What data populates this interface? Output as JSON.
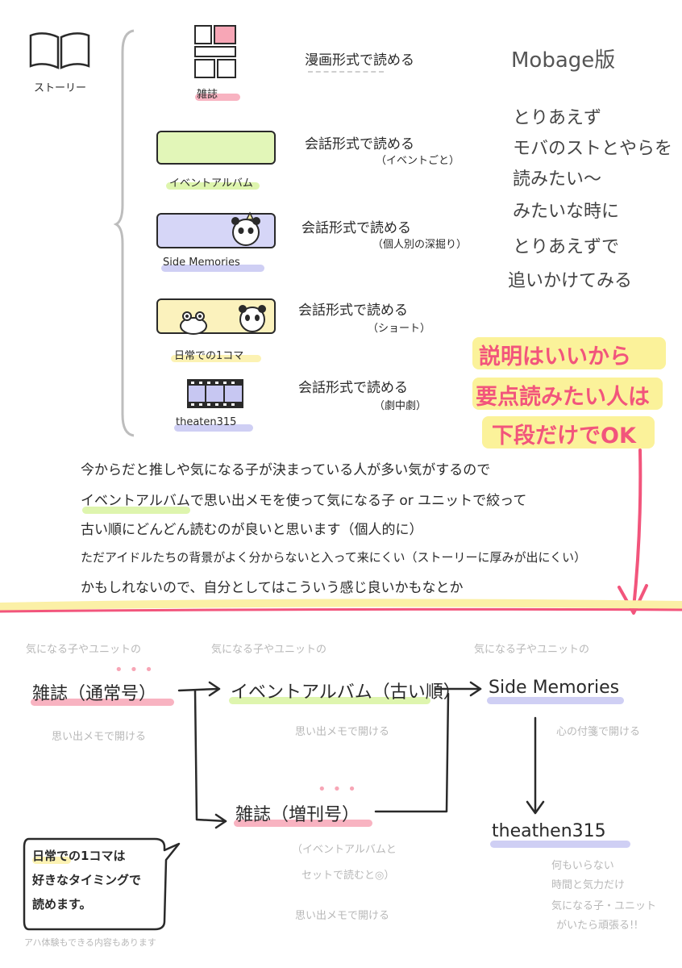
{
  "colors": {
    "pink": "#f7a6b6",
    "green": "#d8f3a0",
    "lavender": "#c7c7f2",
    "yellow": "#fbf0a6",
    "accent_pink": "#f2557c",
    "highlight_yellow": "#fbf29a",
    "grey": "#c4c4c4"
  },
  "story": {
    "label": "ストーリー"
  },
  "items": [
    {
      "label": "雑誌",
      "desc": "漫画形式で読める",
      "note": ""
    },
    {
      "label": "イベントアルバム",
      "desc": "会話形式で読める",
      "note": "（イベントごと）"
    },
    {
      "label": "Side Memories",
      "desc": "会話形式で読める",
      "note": "（個人別の深掘り）"
    },
    {
      "label": "日常での1コマ",
      "desc": "会話形式で読める",
      "note": "（ショート）"
    },
    {
      "label": "theaten315",
      "desc": "会話形式で読める",
      "note": "（劇中劇）"
    }
  ],
  "mobage": {
    "title": "Mobage版",
    "lines": [
      "とりあえず",
      "モバのストとやらを",
      "読みたい〜",
      "みたいな時に",
      "とりあえずで",
      "追いかけてみる"
    ]
  },
  "callout": {
    "lines": [
      "説明はいいから",
      "要点読みたい人は",
      "下段だけでOK"
    ]
  },
  "paragraph": {
    "lines": [
      "今からだと推しや気になる子が決まっている人が多い気がするので",
      "イベントアルバムで思い出メモを使って気になる子 or ユニットで絞って",
      "古い順にどんどん読むのが良いと思います（個人的に）",
      "ただアイドルたちの背景がよく分からないと入って来にくい（ストーリーに厚みが出にくい）",
      "かもしれないので、自分としてはこういう感じ良いかもなとか"
    ]
  },
  "flow": {
    "caption": "気になる子やユニットの",
    "magazine": {
      "label": "雑誌（通常号）",
      "note": "思い出メモで開ける"
    },
    "album": {
      "label": "イベントアルバム（古い順）",
      "note": "思い出メモで開ける"
    },
    "side": {
      "label": "Side Memories",
      "note": "心の付箋で開ける"
    },
    "special": {
      "label": "雑誌（増刊号）",
      "note1": "（イベントアルバムと",
      "note2": "セットで読むと◎）",
      "note3": "思い出メモで開ける"
    },
    "theater": {
      "label": "theathen315",
      "note1": "何もいらない",
      "note2": "時間と気力だけ",
      "note3": "気になる子・ユニット",
      "note4": "がいたら頑張る!!"
    },
    "bubble": {
      "line1": "日常での1コマは",
      "line2": "好きなタイミングで",
      "line3": "読めます。"
    },
    "footnote": "アハ体験もできる内容もあります"
  }
}
